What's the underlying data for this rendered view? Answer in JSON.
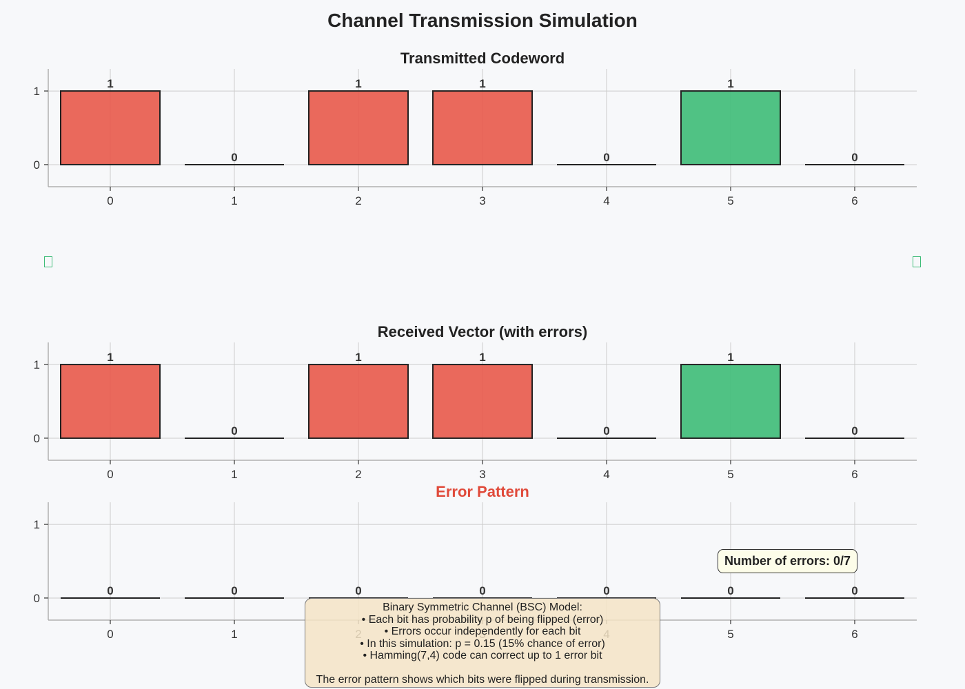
{
  "figure": {
    "title": "Channel Transmission Simulation",
    "error_count_label": "Number of errors: 0/7",
    "explanation": {
      "lines": [
        "Binary Symmetric Channel (BSC) Model:",
        "• Each bit has probability p of being flipped (error)",
        "• Errors occur independently for each bit",
        "• In this simulation: p = 0.15 (15% chance of error)",
        "• Hamming(7,4) code can correct up to 1 error bit"
      ],
      "footer": "The error pattern shows which bits were flipped during transmission."
    },
    "colors": {
      "data_bit": "#e8594a",
      "parity_bit": "#3dbb77",
      "error_title": "#e04a3a",
      "title": "#222222",
      "grid": "#cccccc",
      "axis": "#b0b0b0",
      "side_glyph": "#3dbb77"
    },
    "side_glyph_icons": [
      "arrow-icon",
      "arrow-icon"
    ]
  },
  "chart_data": [
    {
      "type": "bar",
      "title": "Transmitted Codeword",
      "categories": [
        "0",
        "1",
        "2",
        "3",
        "4",
        "5",
        "6"
      ],
      "values": [
        1,
        0,
        1,
        1,
        0,
        1,
        0
      ],
      "bar_colors": [
        "data_bit",
        "data_bit",
        "data_bit",
        "data_bit",
        "data_bit",
        "parity_bit",
        "data_bit"
      ],
      "ylim": [
        -0.3,
        1.3
      ],
      "yticks": [
        0,
        1
      ],
      "grid": true
    },
    {
      "type": "bar",
      "title": "Received Vector (with errors)",
      "categories": [
        "0",
        "1",
        "2",
        "3",
        "4",
        "5",
        "6"
      ],
      "values": [
        1,
        0,
        1,
        1,
        0,
        1,
        0
      ],
      "bar_colors": [
        "data_bit",
        "data_bit",
        "data_bit",
        "data_bit",
        "data_bit",
        "parity_bit",
        "data_bit"
      ],
      "ylim": [
        -0.3,
        1.3
      ],
      "yticks": [
        0,
        1
      ],
      "grid": true
    },
    {
      "type": "bar",
      "title": "Error Pattern",
      "title_color": "error_title",
      "categories": [
        "0",
        "1",
        "2",
        "3",
        "4",
        "5",
        "6"
      ],
      "values": [
        0,
        0,
        0,
        0,
        0,
        0,
        0
      ],
      "bar_colors": [
        "data_bit",
        "data_bit",
        "data_bit",
        "data_bit",
        "data_bit",
        "data_bit",
        "data_bit"
      ],
      "ylim": [
        -0.3,
        1.3
      ],
      "yticks": [
        0,
        1
      ],
      "grid": true
    }
  ]
}
